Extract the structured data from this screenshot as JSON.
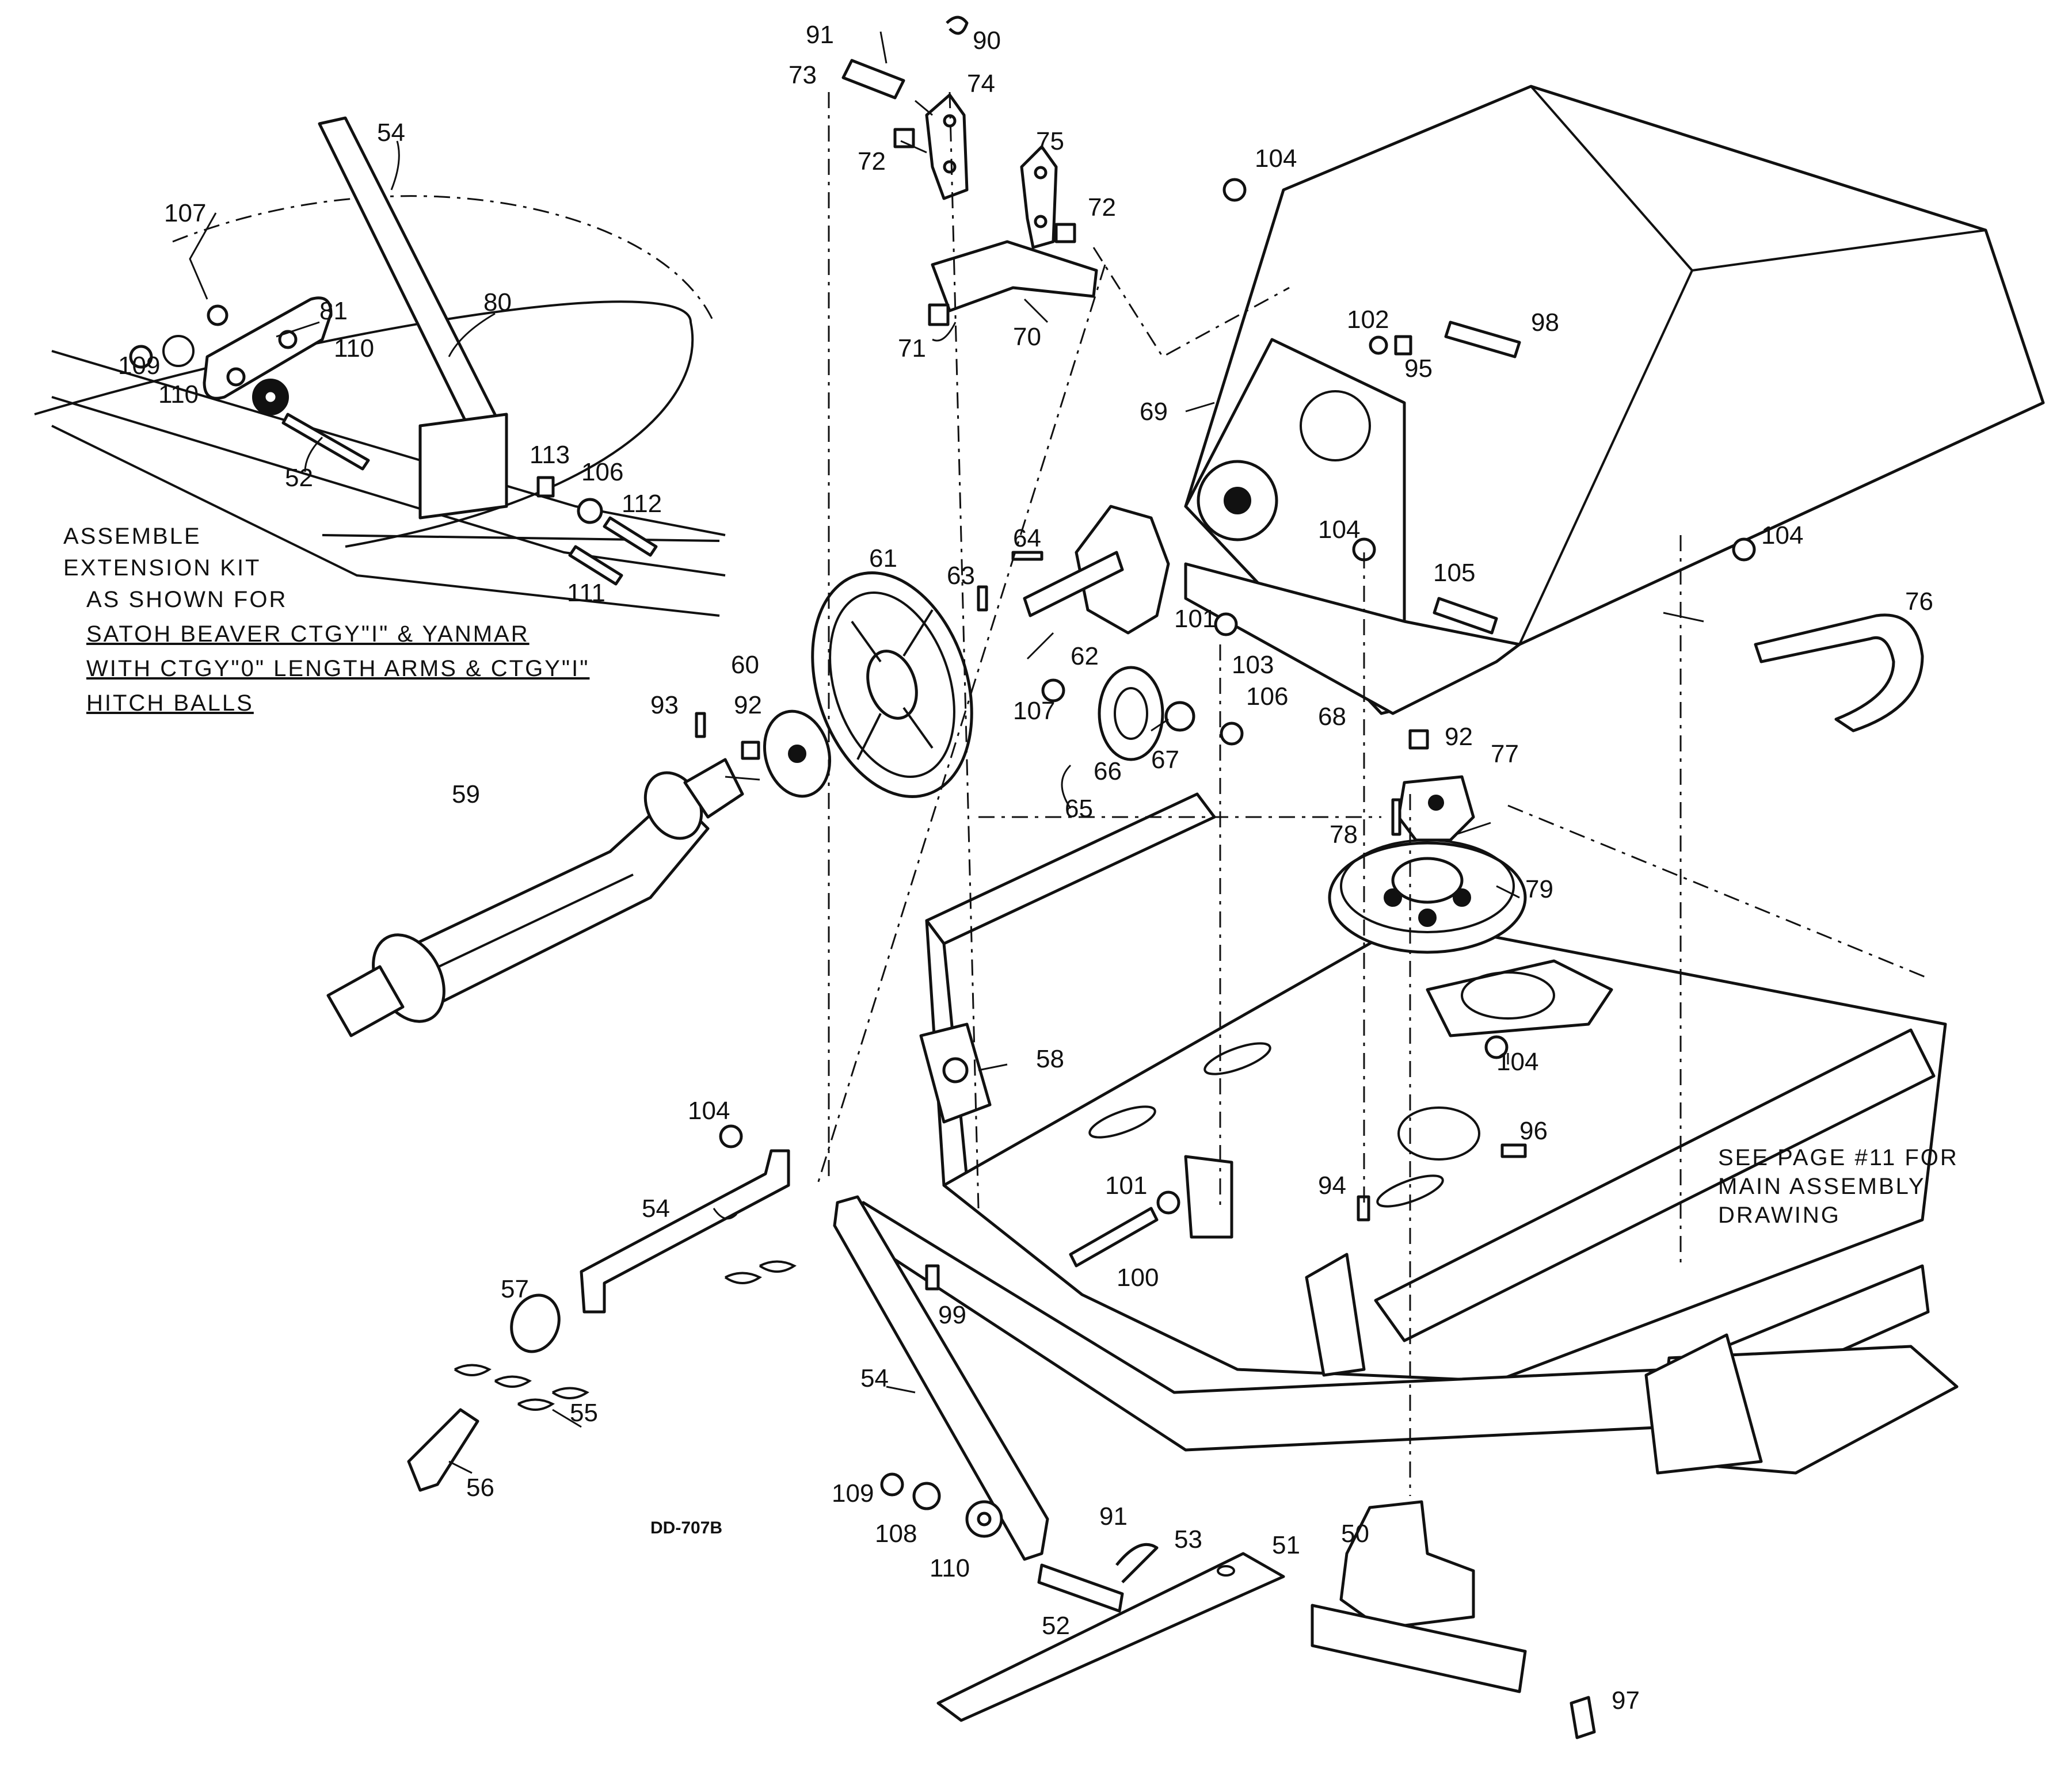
{
  "drawing": {
    "drawing_number": "DD-707B",
    "kit_note": {
      "lines": [
        "ASSEMBLE",
        "EXTENSION KIT",
        "AS SHOWN FOR",
        "SATOH BEAVER CTGY\"I\" & YANMAR",
        "WITH CTGY\"0\" LENGTH ARMS & CTGY\"I\"",
        "HITCH BALLS"
      ]
    },
    "reference_note": {
      "lines": [
        "SEE PAGE #11 FOR",
        "MAIN ASSEMBLY",
        "DRAWING"
      ]
    },
    "callouts": [
      {
        "id": "c91a",
        "text": "91"
      },
      {
        "id": "c90",
        "text": "90"
      },
      {
        "id": "c73",
        "text": "73"
      },
      {
        "id": "c74",
        "text": "74"
      },
      {
        "id": "c72a",
        "text": "72"
      },
      {
        "id": "c75",
        "text": "75"
      },
      {
        "id": "c72b",
        "text": "72"
      },
      {
        "id": "c104a",
        "text": "104"
      },
      {
        "id": "c54a",
        "text": "54"
      },
      {
        "id": "c107a",
        "text": "107"
      },
      {
        "id": "c81a",
        "text": "81"
      },
      {
        "id": "c80",
        "text": "80"
      },
      {
        "id": "c109a",
        "text": "109"
      },
      {
        "id": "c110a",
        "text": "110"
      },
      {
        "id": "c110b",
        "text": "110"
      },
      {
        "id": "c52a",
        "text": "52"
      },
      {
        "id": "c113",
        "text": "113"
      },
      {
        "id": "c106a",
        "text": "106"
      },
      {
        "id": "c112",
        "text": "112"
      },
      {
        "id": "c111",
        "text": "111"
      },
      {
        "id": "c71",
        "text": "71"
      },
      {
        "id": "c70",
        "text": "70"
      },
      {
        "id": "c102",
        "text": "102"
      },
      {
        "id": "c98",
        "text": "98"
      },
      {
        "id": "c95",
        "text": "95"
      },
      {
        "id": "c69",
        "text": "69"
      },
      {
        "id": "c104b",
        "text": "104"
      },
      {
        "id": "c104c",
        "text": "104"
      },
      {
        "id": "c61",
        "text": "61"
      },
      {
        "id": "c64",
        "text": "64"
      },
      {
        "id": "c63",
        "text": "63"
      },
      {
        "id": "c105",
        "text": "105"
      },
      {
        "id": "c76",
        "text": "76"
      },
      {
        "id": "c62",
        "text": "62"
      },
      {
        "id": "c101a",
        "text": "101"
      },
      {
        "id": "c103",
        "text": "103"
      },
      {
        "id": "c60",
        "text": "60"
      },
      {
        "id": "c92a",
        "text": "92"
      },
      {
        "id": "c93",
        "text": "93"
      },
      {
        "id": "c107b",
        "text": "107"
      },
      {
        "id": "c106b",
        "text": "106"
      },
      {
        "id": "c68",
        "text": "68"
      },
      {
        "id": "c66",
        "text": "66"
      },
      {
        "id": "c67",
        "text": "67"
      },
      {
        "id": "c65",
        "text": "65"
      },
      {
        "id": "c92b",
        "text": "92"
      },
      {
        "id": "c77",
        "text": "77"
      },
      {
        "id": "c59",
        "text": "59"
      },
      {
        "id": "c78",
        "text": "78"
      },
      {
        "id": "c79",
        "text": "79"
      },
      {
        "id": "c58",
        "text": "58"
      },
      {
        "id": "c104d",
        "text": "104"
      },
      {
        "id": "c104e",
        "text": "104"
      },
      {
        "id": "c96",
        "text": "96"
      },
      {
        "id": "c54b",
        "text": "54"
      },
      {
        "id": "c101b",
        "text": "101"
      },
      {
        "id": "c94",
        "text": "94"
      },
      {
        "id": "c100",
        "text": "100"
      },
      {
        "id": "c99",
        "text": "99"
      },
      {
        "id": "c57",
        "text": "57"
      },
      {
        "id": "c54c",
        "text": "54"
      },
      {
        "id": "c55",
        "text": "55"
      },
      {
        "id": "c56",
        "text": "56"
      },
      {
        "id": "c109b",
        "text": "109"
      },
      {
        "id": "c108",
        "text": "108"
      },
      {
        "id": "c110c",
        "text": "110"
      },
      {
        "id": "c91b",
        "text": "91"
      },
      {
        "id": "c53",
        "text": "53"
      },
      {
        "id": "c52b",
        "text": "52"
      },
      {
        "id": "c51",
        "text": "51"
      },
      {
        "id": "c50",
        "text": "50"
      },
      {
        "id": "c97",
        "text": "97"
      }
    ]
  }
}
